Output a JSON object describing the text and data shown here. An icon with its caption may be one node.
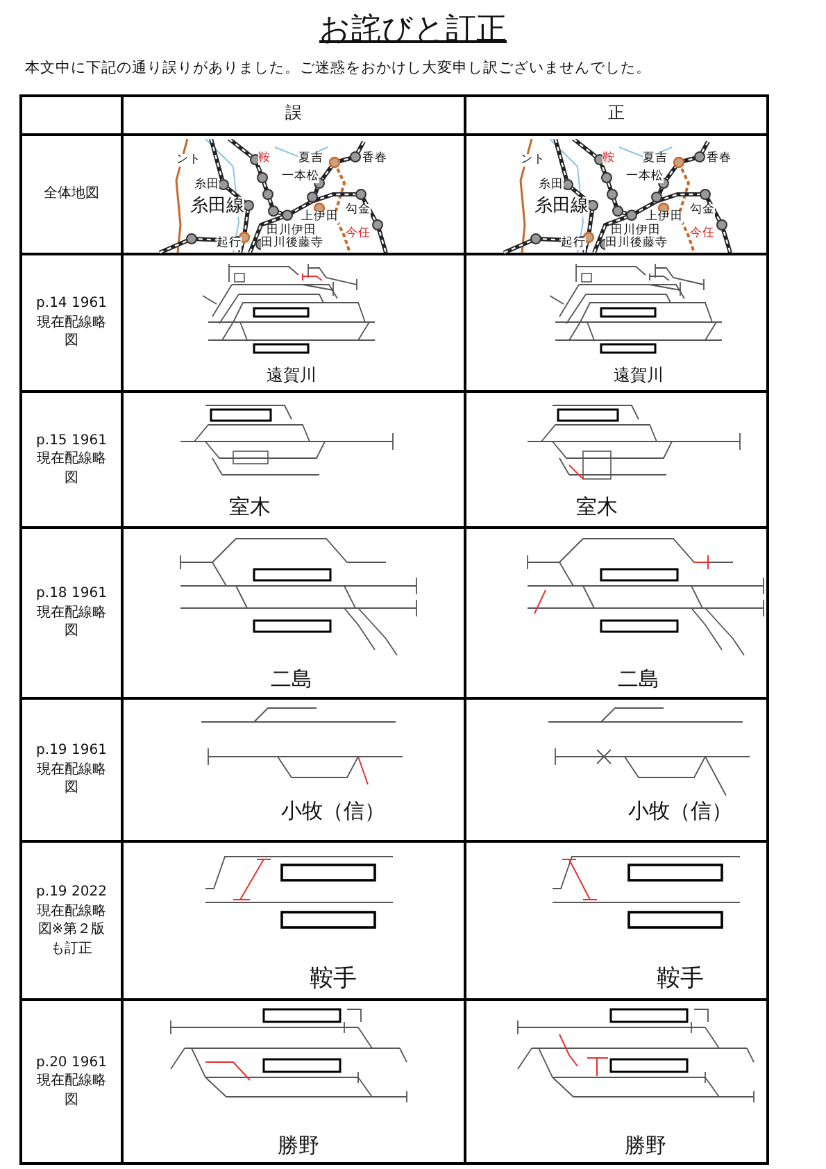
{
  "diagram": {
    "title": "お詫びと訂正",
    "labels": [
      "本文中に下記の通り誤りがありました。ご迷惑をおかけし大変申し訳ございませんでした。",
      "誤",
      "正",
      "全体地図",
      "ント",
      "鞍",
      "夏吉",
      "香春",
      "一本松",
      "糸田",
      "糸田線",
      "勾金",
      "上伊田",
      "田川伊田",
      "今任",
      "起行",
      "田川後藤寺",
      "ント",
      "鞍",
      "夏吉",
      "香春",
      "一本松",
      "糸田",
      "糸田線",
      "勾金",
      "上伊田",
      "田川伊田",
      "今任",
      "起行",
      "田川後藤寺",
      "p.14 1961現在配線略図",
      "遠賀川",
      "遠賀川",
      "p.15 1961現在配線略図",
      "室木",
      "室木",
      "p.18 1961現在配線略図",
      "二島",
      "二島",
      "p.19 1961現在配線略図",
      "小牧（信）",
      "小牧（信）",
      "p.19 2022現在配線略図※第２版も訂正",
      "鞍手",
      "鞍手",
      "p.20 1961現在配線略図",
      "勝野",
      "勝野"
    ]
  }
}
